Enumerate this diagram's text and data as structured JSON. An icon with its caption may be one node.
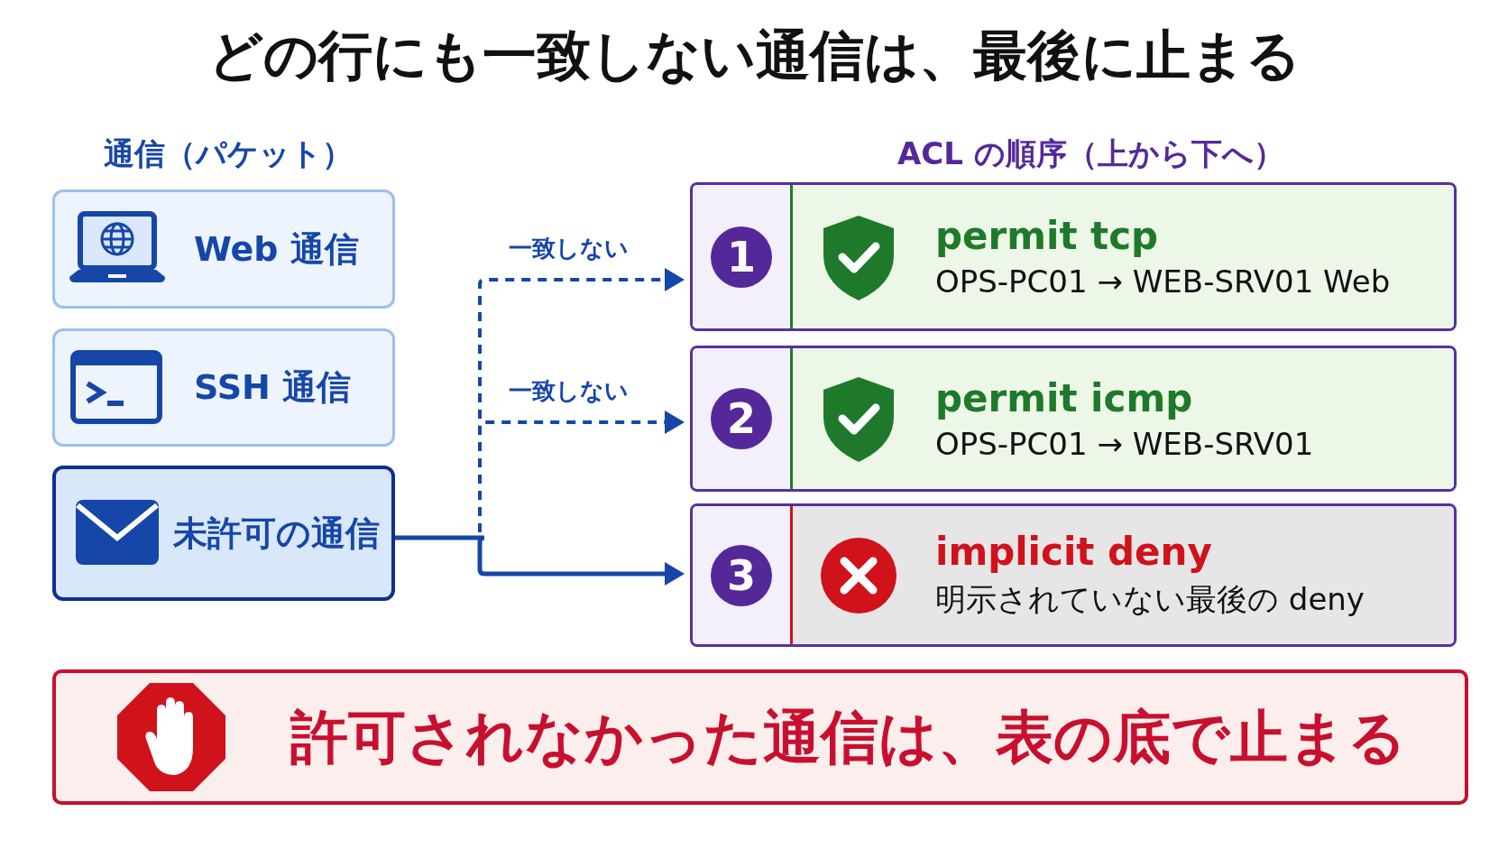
{
  "diagram": {
    "title": "どの行にも一致しない通信は、最後に止まる",
    "nodes": [
      {
        "text": [
          "Web 通信"
        ]
      },
      {
        "text": [
          "SSH 通信"
        ]
      },
      {
        "text": [
          "未許可の通信"
        ]
      },
      {
        "text": [
          "1",
          "permit tcp",
          "OPS-PC01 → WEB-SRV01 Web"
        ]
      },
      {
        "text": [
          "2",
          "permit icmp",
          "OPS-PC01 → WEB-SRV01"
        ]
      },
      {
        "text": [
          "3",
          "implicit deny",
          "明示されていない最後の deny"
        ]
      },
      {
        "text": [
          "許可されなかった通信は、表の底で止まる"
        ]
      }
    ],
    "edges": [
      {
        "from": 2,
        "to": 3,
        "arrow": "to",
        "label": "一致しない",
        "style": "dashed"
      },
      {
        "from": 2,
        "to": 4,
        "arrow": "to",
        "label": "一致しない",
        "style": "dashed"
      },
      {
        "from": 2,
        "to": 5,
        "arrow": "to"
      }
    ],
    "labels": [
      "通信（パケット）",
      "ACL の順序（上から下へ）"
    ]
  }
}
